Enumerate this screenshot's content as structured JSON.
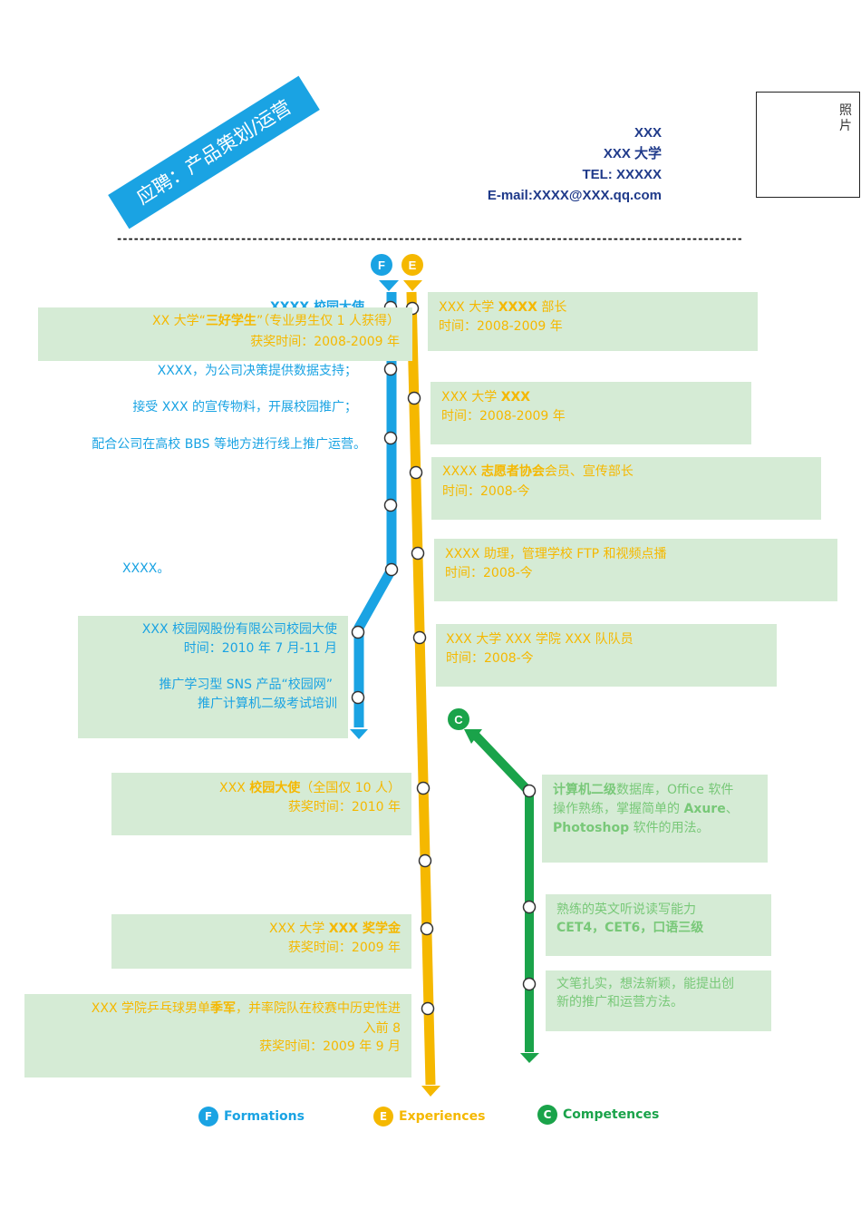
{
  "header": {
    "banner": "应聘：产品策划/运营",
    "photo_label": "照片",
    "name": "XXX",
    "university": "XXX 大学",
    "tel": "TEL: XXXXX",
    "email": "E-mail:XXXX@XXX.qq.com",
    "divider": "-----------------------------------------------------------------------------------------------------------------------------------------------------------------------------------------"
  },
  "colors": {
    "formations": "#1aa3e3",
    "experiences": "#f5b800",
    "competences": "#1aa34a",
    "box": "#d5ebd5"
  },
  "markers": {
    "f": "F",
    "e": "E",
    "c": "C"
  },
  "formations": {
    "top_overlap": "XXXX 校园大使",
    "lines": [
      "XXXX，为公司决策提供数据支持；",
      "接受 XXX 的宣传物料，开展校园推广；",
      "配合公司在高校 BBS 等地方进行线上推广运营。"
    ],
    "line4": "XXXX。",
    "campus": {
      "title": "XXX 校园网股份有限公司校园大使",
      "time": "时间：2010 年 7 月-11 月",
      "d1": "推广学习型 SNS 产品“校园网”",
      "d2": "推广计算机二级考试培训"
    }
  },
  "awards": [
    {
      "pre": "XX 大学“",
      "strong": "三好学生",
      "post": "”（专业男生仅 1 人获得）",
      "time": "获奖时间：2008-2009 年"
    },
    {
      "pre": "XXX ",
      "strong": "校园大使",
      "post": "（全国仅 10 人）",
      "time": "获奖时间：2010 年"
    },
    {
      "pre": "XXX 大学 ",
      "strong": "XXX 奖学金",
      "post": "",
      "time": "获奖时间：2009 年"
    },
    {
      "pre": "XXX 学院乒乓球男单",
      "strong": "季军",
      "post": "，并率院队在校赛中历史性进",
      "line2": "入前 8",
      "time": "获奖时间：2009 年 9 月"
    }
  ],
  "experiences": [
    {
      "pre": "XXX 大学 ",
      "strong": "XXXX",
      "post": " 部长",
      "time": "时间：2008-2009 年"
    },
    {
      "pre": "XXX 大学 ",
      "strong": "XXX",
      "post": "",
      "time": "时间：2008-2009 年"
    },
    {
      "pre": "XXXX ",
      "strong": "志愿者协会",
      "post": "会员、宣传部长",
      "time": "时间：2008-今"
    },
    {
      "pre": "XXXX 助理，管理学校 FTP 和视频点播",
      "strong": "",
      "post": "",
      "time": "时间：2008-今"
    },
    {
      "pre": "XXX 大学 XXX 学院 XXX 队队员",
      "strong": "",
      "post": "",
      "time": "时间：2008-今"
    }
  ],
  "competences": [
    {
      "a_strong": "计算机二级",
      "a_post": "数据库，Office 软件",
      "b_pre": "操作熟练，掌握简单的 ",
      "b_strong": "Axure",
      "b_post": "、",
      "c_strong": "Photoshop",
      "c_post": " 软件的用法。"
    },
    {
      "l1": "熟练的英文听说读写能力",
      "l2": "CET4，CET6，口语三级"
    },
    {
      "l1": "文笔扎实，想法新颖，能提出创",
      "l2": "新的推广和运营方法。"
    }
  ],
  "legend": {
    "f": "Formations",
    "e": "Experiences",
    "c": "Competences"
  }
}
